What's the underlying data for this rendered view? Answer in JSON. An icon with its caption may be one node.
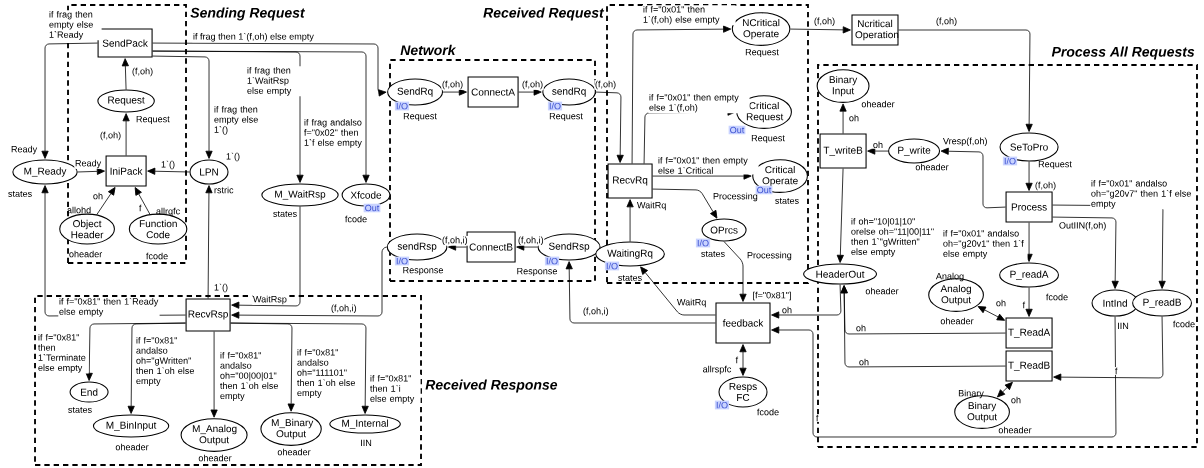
{
  "diagram": {
    "nodes": [
      {
        "text": [
          "Sending Request"
        ]
      },
      {
        "text": [
          "SendPack"
        ],
        "in": 0
      },
      {
        "text": [
          "Request"
        ],
        "in": 0,
        "beside": [
          "Request"
        ]
      },
      {
        "text": [
          "IniPack"
        ],
        "in": 0
      },
      {
        "text": [
          "Object Header"
        ],
        "in": 0,
        "beside": [
          "allohd",
          "oheader"
        ]
      },
      {
        "text": [
          "Function Code"
        ],
        "in": 0,
        "beside": [
          "allrqfc",
          "fcode"
        ]
      },
      {
        "text": [
          "M_Ready"
        ],
        "beside": [
          "Ready",
          "states"
        ]
      },
      {
        "text": [
          "LPN"
        ],
        "beside": [
          "1`()",
          "rstric"
        ]
      },
      {
        "text": [
          "M_WaitRsp"
        ],
        "beside": [
          "states"
        ]
      },
      {
        "text": [
          "Xfcode"
        ],
        "beside": [
          "Out",
          "fcode"
        ]
      },
      {
        "text": [
          "Network"
        ]
      },
      {
        "text": [
          "SendRq"
        ],
        "in": 10,
        "beside": [
          "I/O",
          "Request"
        ]
      },
      {
        "text": [
          "ConnectA"
        ],
        "in": 10
      },
      {
        "text": [
          "sendRq"
        ],
        "in": 10,
        "beside": [
          "I/O",
          "Request"
        ]
      },
      {
        "text": [
          "sendRsp"
        ],
        "in": 10,
        "beside": [
          "I/O",
          "Response"
        ]
      },
      {
        "text": [
          "ConnectB"
        ],
        "in": 10
      },
      {
        "text": [
          "SendRsp"
        ],
        "in": 10,
        "beside": [
          "I/O",
          "Response"
        ]
      },
      {
        "text": [
          "Received Request"
        ]
      },
      {
        "text": [
          "RecvRq"
        ],
        "in": 17
      },
      {
        "text": [
          "NCritical Operate"
        ],
        "in": 17,
        "beside": [
          "Request"
        ]
      },
      {
        "text": [
          "Critical Request"
        ],
        "in": 17,
        "beside": [
          "Out",
          "Request"
        ]
      },
      {
        "text": [
          "Critical Operate"
        ],
        "in": 17,
        "beside": [
          "Out",
          "states"
        ]
      },
      {
        "text": [
          "OPrcs"
        ],
        "in": 17,
        "beside": [
          "I/O",
          "states"
        ]
      },
      {
        "text": [
          "WaitingRq"
        ],
        "in": 17,
        "beside": [
          "I/O",
          "states"
        ]
      },
      {
        "text": [
          "Ncritical Operation"
        ]
      },
      {
        "text": [
          "Process All Requests"
        ]
      },
      {
        "text": [
          "Binary Input"
        ],
        "in": 25,
        "beside": [
          "oheader"
        ]
      },
      {
        "text": [
          "T_writeB"
        ],
        "in": 25
      },
      {
        "text": [
          "P_write"
        ],
        "in": 25,
        "beside": [
          "oheader"
        ]
      },
      {
        "text": [
          "SeToPro"
        ],
        "in": 25,
        "beside": [
          "I/O",
          "Request"
        ]
      },
      {
        "text": [
          "Process"
        ],
        "in": 25
      },
      {
        "text": [
          "HeaderOut"
        ],
        "in": 25,
        "beside": [
          "oheader"
        ]
      },
      {
        "text": [
          "P_readA"
        ],
        "in": 25,
        "beside": [
          "fcode"
        ]
      },
      {
        "text": [
          "Analog Output"
        ],
        "in": 25,
        "beside": [
          "Analog",
          "oheader"
        ]
      },
      {
        "text": [
          "T_ReadA"
        ],
        "in": 25
      },
      {
        "text": [
          "T_ReadB"
        ],
        "in": 25
      },
      {
        "text": [
          "Binary Output"
        ],
        "in": 25,
        "beside": [
          "Binary",
          "oheader"
        ]
      },
      {
        "text": [
          "IntInd"
        ],
        "in": 25,
        "beside": [
          "IIN"
        ]
      },
      {
        "text": [
          "P_readB"
        ],
        "in": 25,
        "beside": [
          "fcode"
        ]
      },
      {
        "text": [
          "feedback"
        ],
        "beside": [
          "[f=\"0x81\"]"
        ]
      },
      {
        "text": [
          "Resps FC"
        ],
        "beside": [
          "allrspfc",
          "I/O",
          "fcode"
        ]
      },
      {
        "text": [
          "Received Response"
        ]
      },
      {
        "text": [
          "RecvRsp"
        ],
        "in": 41
      },
      {
        "text": [
          "End"
        ],
        "in": 41,
        "beside": [
          "states"
        ]
      },
      {
        "text": [
          "M_BinInput"
        ],
        "in": 41,
        "beside": [
          "oheader"
        ]
      },
      {
        "text": [
          "M_Analog Output"
        ],
        "in": 41,
        "beside": [
          "oheader"
        ]
      },
      {
        "text": [
          "M_Binary Output"
        ],
        "in": 41,
        "beside": [
          "oheader"
        ]
      },
      {
        "text": [
          "M_Internal"
        ],
        "in": 41,
        "beside": [
          "IIN"
        ]
      }
    ],
    "edges": [
      {
        "from": 1,
        "to": 6,
        "arrow": "to",
        "label": "if frag then empty else 1`Ready"
      },
      {
        "from": 1,
        "to": 11,
        "arrow": "to",
        "label": "if frag then 1`(f,oh) else empty"
      },
      {
        "from": 1,
        "to": 7,
        "arrow": "to",
        "label": "if frag then empty else 1`()"
      },
      {
        "from": 1,
        "to": 8,
        "arrow": "to",
        "label": "if frag then 1`WaitRsp else empty"
      },
      {
        "from": 1,
        "to": 9,
        "arrow": "to",
        "label": "if frag andalso f=\"0x02\" then 1`f else empty"
      },
      {
        "from": 2,
        "to": 1,
        "arrow": "to",
        "label": "(f,oh)"
      },
      {
        "from": 3,
        "to": 2,
        "arrow": "to",
        "label": "(f,oh)"
      },
      {
        "from": 6,
        "to": 3,
        "arrow": "to",
        "label": "Ready"
      },
      {
        "from": 7,
        "to": 3,
        "arrow": "to",
        "label": "1`()"
      },
      {
        "from": 4,
        "to": 3,
        "arrow": "to",
        "label": "oh"
      },
      {
        "from": 5,
        "to": 3,
        "arrow": "to",
        "label": "f"
      },
      {
        "from": 42,
        "to": 6,
        "arrow": "to",
        "label": "if f=\"0x81\" then 1`Ready else empty"
      },
      {
        "from": 42,
        "to": 7,
        "arrow": "to",
        "label": "1`()"
      },
      {
        "from": 8,
        "to": 42,
        "arrow": "to",
        "label": "WaitRsp"
      },
      {
        "from": 11,
        "to": 12,
        "arrow": "to",
        "label": "(f,oh)"
      },
      {
        "from": 12,
        "to": 13,
        "arrow": "to",
        "label": "(f,oh)"
      },
      {
        "from": 13,
        "to": 18,
        "arrow": "to",
        "label": "(f,oh)"
      },
      {
        "from": 16,
        "to": 15,
        "arrow": "to",
        "label": "(f,oh,i)"
      },
      {
        "from": 15,
        "to": 14,
        "arrow": "to",
        "label": "(f,oh,i)"
      },
      {
        "from": 14,
        "to": 42,
        "arrow": "to",
        "label": "(f,oh,i)"
      },
      {
        "from": 18,
        "to": 19,
        "arrow": "to",
        "label": "if f=\"0x01\" then 1`(f,oh) else empty"
      },
      {
        "from": 18,
        "to": 20,
        "arrow": "to",
        "label": "if f=\"0x01\" then empty else 1`(f,oh)"
      },
      {
        "from": 18,
        "to": 21,
        "arrow": "to",
        "label": "if f=\"0x01\" then empty else 1`Critical"
      },
      {
        "from": 18,
        "to": 22,
        "arrow": "to",
        "label": "Processing"
      },
      {
        "from": 23,
        "to": 18,
        "arrow": "to",
        "label": "WaitRq"
      },
      {
        "from": 39,
        "to": 23,
        "arrow": "to",
        "label": "WaitRq"
      },
      {
        "from": 22,
        "to": 39,
        "arrow": "to",
        "label": "Processing"
      },
      {
        "from": 39,
        "to": 16,
        "arrow": "to",
        "label": "(f,oh,i)"
      },
      {
        "from": 19,
        "to": 24,
        "arrow": "to",
        "label": "(f,oh)"
      },
      {
        "from": 24,
        "to": 29,
        "arrow": "to",
        "label": "(f,oh)"
      },
      {
        "from": 29,
        "to": 30,
        "arrow": "to",
        "label": "(f,oh)"
      },
      {
        "from": 30,
        "to": 28,
        "arrow": "to",
        "label": "Vresp(f,oh)"
      },
      {
        "from": 28,
        "to": 27,
        "arrow": "to",
        "label": "oh"
      },
      {
        "from": 27,
        "to": 26,
        "arrow": "to",
        "label": "oh"
      },
      {
        "from": 27,
        "to": 31,
        "arrow": "to",
        "label": "if oh=\"10|01|10\" orelse oh=\"11|00|11\" then 1`\"gWritten\" else empty"
      },
      {
        "from": 30,
        "to": 32,
        "arrow": "to",
        "label": "if f=\"0x01\" andalso oh=\"g20v1\" then 1`f else empty"
      },
      {
        "from": 30,
        "to": 38,
        "arrow": "to",
        "label": "if f=\"0x01\" andalso oh=\"g20v7\" then 1`f else empty"
      },
      {
        "from": 30,
        "to": 37,
        "arrow": "to",
        "label": "OutIIN(f,oh)"
      },
      {
        "from": 32,
        "to": 34,
        "arrow": "to",
        "label": "f"
      },
      {
        "from": 33,
        "to": 34,
        "arrow": "both",
        "label": "oh"
      },
      {
        "from": 34,
        "to": 31,
        "arrow": "to",
        "label": "oh"
      },
      {
        "from": 35,
        "to": 31,
        "arrow": "to",
        "label": "oh"
      },
      {
        "from": 36,
        "to": 35,
        "arrow": "both",
        "label": "oh"
      },
      {
        "from": 38,
        "to": 35,
        "arrow": "to",
        "label": "f"
      },
      {
        "from": 31,
        "to": 39,
        "arrow": "to",
        "label": "oh"
      },
      {
        "from": 37,
        "to": 39,
        "arrow": "to",
        "label": "f"
      },
      {
        "from": 40,
        "to": 39,
        "arrow": "both",
        "label": "f"
      },
      {
        "from": 42,
        "to": 43,
        "arrow": "to",
        "label": "if f=\"0x81\" then 1`Terminate else empty"
      },
      {
        "from": 42,
        "to": 44,
        "arrow": "to",
        "label": "if f=\"0x81\" andalso oh=\"gWritten\" then 1`oh else empty"
      },
      {
        "from": 42,
        "to": 45,
        "arrow": "to",
        "label": "if f=\"0x81\" andalso oh=\"00|00|01\" then 1`oh else empty"
      },
      {
        "from": 42,
        "to": 46,
        "arrow": "to",
        "label": "if f=\"0x81\" andalso oh=\"111101\" then 1`oh else empty"
      },
      {
        "from": 42,
        "to": 47,
        "arrow": "to",
        "label": "if f=\"0x81\" then 1`i else empty"
      }
    ]
  }
}
